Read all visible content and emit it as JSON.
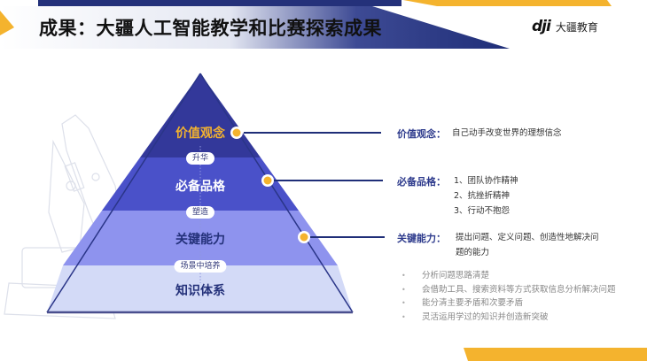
{
  "header": {
    "title": "成果：大疆人工智能教学和比赛探索成果",
    "logo_mark": "dji",
    "logo_text": "大疆教育"
  },
  "colors": {
    "navy": "#24317a",
    "accent_yellow": "#f4b32e",
    "layer_top": "#33389a",
    "layer_2": "#4a51c9",
    "layer_3": "#8e93ee",
    "layer_base": "#d3daf7"
  },
  "pyramid": {
    "layers": [
      {
        "label": "价值观念"
      },
      {
        "label": "必备品格"
      },
      {
        "label": "关键能力"
      },
      {
        "label": "知识体系"
      }
    ],
    "connectors": [
      "升华",
      "塑造",
      "场景中培养"
    ]
  },
  "details": {
    "values": {
      "label": "价值观念：",
      "text": "自己动手改变世界的理想信念"
    },
    "character": {
      "label": "必备品格：",
      "items": [
        "1、团队协作精神",
        "2、抗挫折精神",
        "3、行动不抱怨"
      ]
    },
    "abilities": {
      "label": "关键能力：",
      "line1": "提出问题、定义问题、创造性地解决问",
      "line2": "题的能力"
    },
    "knowledge_bullets": [
      "分析问题思路清楚",
      "会借助工具、搜索资料等方式获取信息分析解决问题",
      "能分清主要矛盾和次要矛盾",
      "灵活运用学过的知识并创造新突破"
    ]
  }
}
